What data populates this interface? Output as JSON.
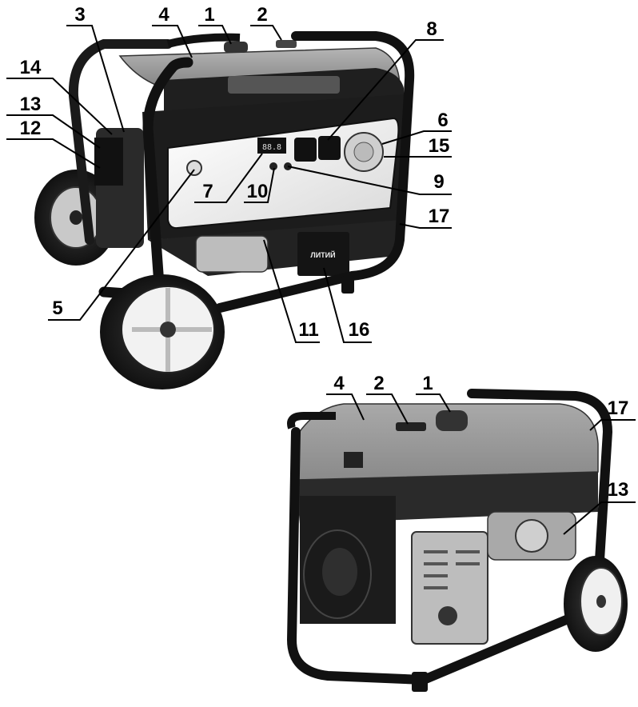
{
  "figure_top": {
    "labels": [
      "1",
      "2",
      "3",
      "4",
      "5",
      "6",
      "7",
      "8",
      "9",
      "10",
      "11",
      "12",
      "13",
      "14",
      "15",
      "16",
      "17"
    ],
    "panel_label": "ЛИТИЙ",
    "display": "88.8"
  },
  "figure_bottom": {
    "labels": [
      "1",
      "2",
      "4",
      "13",
      "17"
    ]
  }
}
